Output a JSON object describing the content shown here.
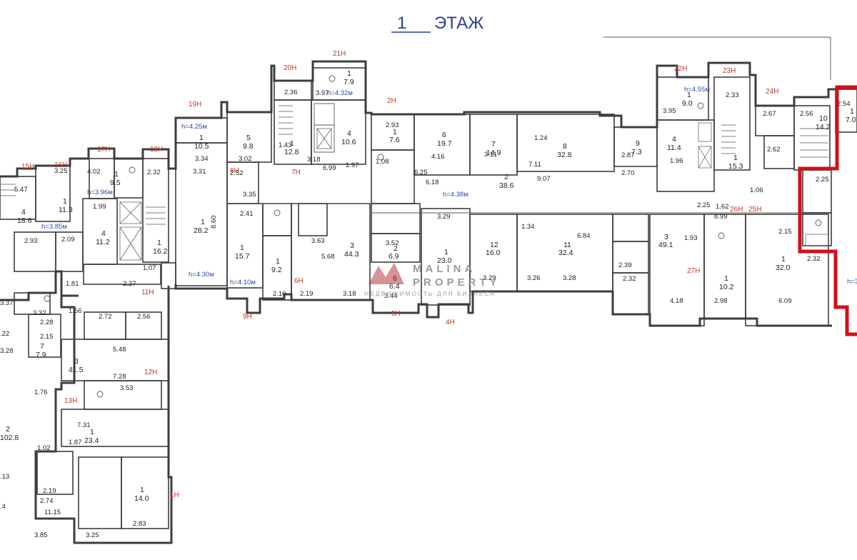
{
  "title": {
    "number": "1",
    "text": "ЭТАЖ"
  },
  "watermark": {
    "line1": "MALINA",
    "line2": "PROPERTY",
    "line3": "НЕДВИЖИМОСТЬ ДЛЯ БИЗНЕСА"
  },
  "colors": {
    "title": "#2c3f8f",
    "section": "#c0392b",
    "height": "#2a4d9c",
    "highlight": "#d0101a",
    "wall": "#3d3d3d"
  },
  "sections": [
    "1Н",
    "4Н",
    "5Н",
    "6Н",
    "7Н",
    "8Н",
    "9Н",
    "11Н",
    "12Н",
    "13Н",
    "15Н",
    "16Н",
    "17Н",
    "18Н",
    "19Н",
    "20Н",
    "21Н",
    "22Н",
    "23Н",
    "24Н",
    "25Н",
    "26Н",
    "27Н",
    "2Н"
  ],
  "heights": [
    "h=4.30м",
    "h=4.10м",
    "h=4.25м",
    "h=3.96м",
    "h=3.85м",
    "h=4.32м",
    "h=4.38м",
    "h=4.55м",
    "h=3"
  ],
  "rooms": [
    {
      "no": "1",
      "area": "28.2"
    },
    {
      "no": "1",
      "area": "15.7"
    },
    {
      "no": "1",
      "area": "9.2"
    },
    {
      "no": "3",
      "area": "44.3"
    },
    {
      "no": "2",
      "area": "6.9"
    },
    {
      "no": "1",
      "area": "23.0"
    },
    {
      "no": "12",
      "area": "16.0"
    },
    {
      "no": "11",
      "area": "32.4"
    },
    {
      "no": "3",
      "area": "49.1"
    },
    {
      "no": "1",
      "area": "10.2"
    },
    {
      "no": "1",
      "area": "32.0"
    },
    {
      "no": "3",
      "area": "41.5"
    },
    {
      "no": "1",
      "area": "23.4"
    },
    {
      "no": "1",
      "area": "14.0"
    },
    {
      "no": "1",
      "area": "16.2"
    },
    {
      "no": "4",
      "area": "11.2"
    },
    {
      "no": "1",
      "area": "10.5"
    },
    {
      "no": "5",
      "area": "9.8"
    },
    {
      "no": "1",
      "area": "12.8"
    },
    {
      "no": "4",
      "area": "10.6"
    },
    {
      "no": "1",
      "area": "7.9"
    },
    {
      "no": "1",
      "area": "7.6"
    },
    {
      "no": "6",
      "area": "19.7"
    },
    {
      "no": "7",
      "area": "14.9"
    },
    {
      "no": "8",
      "area": "32.8"
    },
    {
      "no": "9",
      "area": "7.3"
    },
    {
      "no": "2",
      "area": "38.6"
    },
    {
      "no": "1",
      "area": "9.0"
    },
    {
      "no": "4",
      "area": "11.4"
    },
    {
      "no": "1",
      "area": "15.3"
    },
    {
      "no": "10",
      "area": "14.2"
    },
    {
      "no": "1",
      "area": "11.3"
    },
    {
      "no": "1",
      "area": "9.5"
    },
    {
      "no": "4",
      "area": "18.6"
    },
    {
      "no": "7",
      "area": "7.9"
    },
    {
      "no": "2",
      "area": "102.8"
    },
    {
      "no": "1",
      "area": "7.0"
    },
    {
      "no": "6",
      "area": "6.4"
    }
  ]
}
